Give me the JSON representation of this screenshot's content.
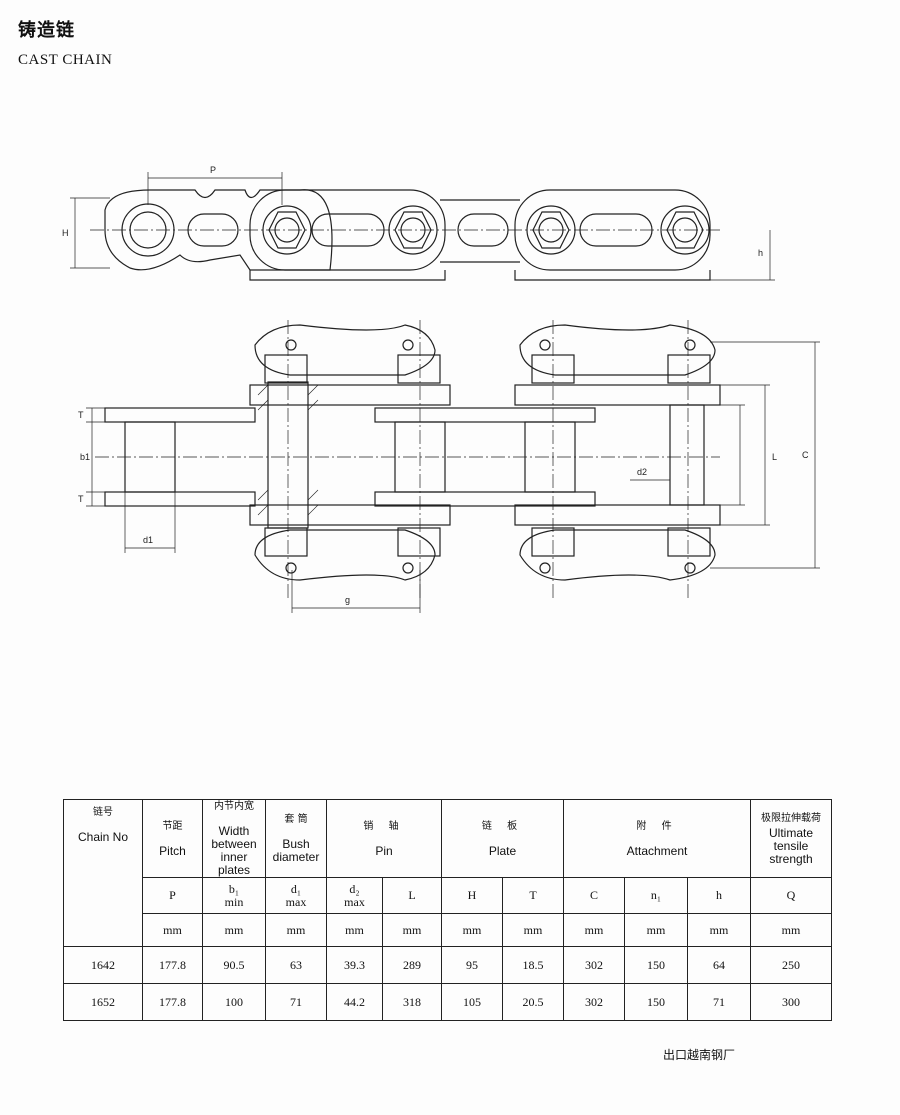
{
  "title_cn": "铸造链",
  "title_en": "CAST CHAIN",
  "drawing_labels": {
    "P": "P",
    "H": "H",
    "h": "h",
    "T": "T",
    "b1": "b1",
    "d1": "d1",
    "d2": "d2",
    "L": "L",
    "C": "C",
    "g": "g"
  },
  "table": {
    "headers": {
      "chain_no": {
        "cn": "链号",
        "en": "Chain No"
      },
      "pitch": {
        "cn": "节距",
        "en": "Pitch"
      },
      "width": {
        "cn": "内节内宽",
        "en": "Width between inner plates"
      },
      "bush": {
        "cn": "套 筒",
        "en": "Bush diameter"
      },
      "pin": {
        "cn": "销 轴",
        "en": "Pin"
      },
      "plate": {
        "cn": "链 板",
        "en": "Plate"
      },
      "attachment": {
        "cn": "附 件",
        "en": "Attachment"
      },
      "strength": {
        "cn": "极限拉伸载荷",
        "en": "Ultimate tensile strength"
      }
    },
    "symbols": {
      "P": "P",
      "b1": "b₁",
      "b1_sub": "min",
      "d1": "d₁",
      "d1_sub": "max",
      "d2": "d₂",
      "d2_sub": "max",
      "L": "L",
      "H": "H",
      "T": "T",
      "C": "C",
      "n1": "n₁",
      "h": "h",
      "Q": "Q"
    },
    "unit": "mm",
    "rows": [
      {
        "no": "1642",
        "P": "177.8",
        "b1": "90.5",
        "d1": "63",
        "d2": "39.3",
        "L": "289",
        "H": "95",
        "T": "18.5",
        "C": "302",
        "n1": "150",
        "h": "64",
        "Q": "250"
      },
      {
        "no": "1652",
        "P": "177.8",
        "b1": "100",
        "d1": "71",
        "d2": "44.2",
        "L": "318",
        "H": "105",
        "T": "20.5",
        "C": "302",
        "n1": "150",
        "h": "71",
        "Q": "300"
      }
    ]
  },
  "footer": "出口越南钢厂"
}
